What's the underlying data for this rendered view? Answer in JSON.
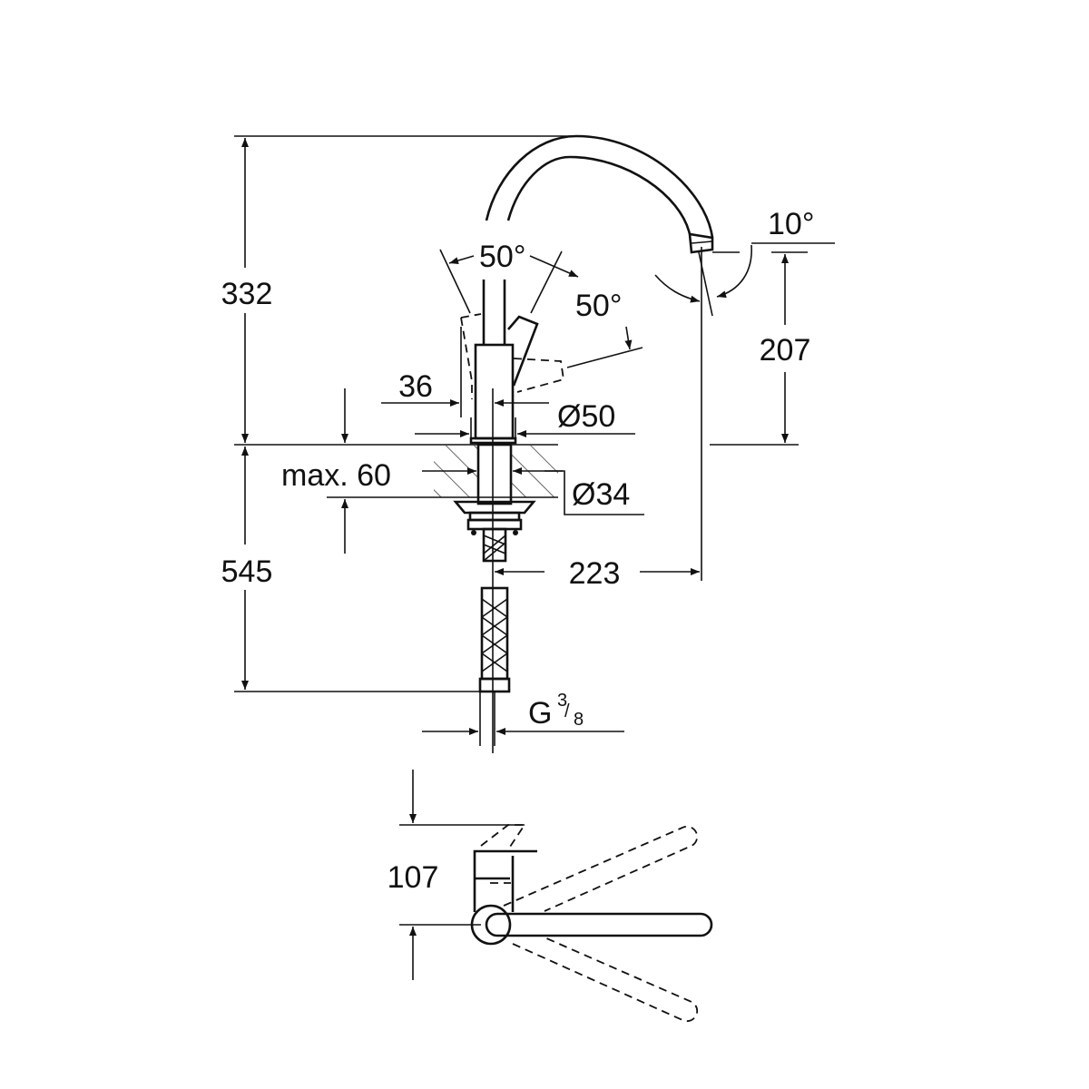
{
  "drawing": {
    "dimensions": {
      "total_height": "332",
      "below_counter": "545",
      "spout_height": "207",
      "spout_reach": "223",
      "spout_angle": "10°",
      "lever_swivel_angle": "50°",
      "lever_tilt_angle": "50°",
      "lever_clearance": "36",
      "base_diameter": "Ø50",
      "counter_thickness": "max. 60",
      "hole_diameter": "Ø34",
      "connection_prefix": "G",
      "connection_num": "3",
      "connection_den": "8",
      "top_view_depth": "107"
    }
  }
}
